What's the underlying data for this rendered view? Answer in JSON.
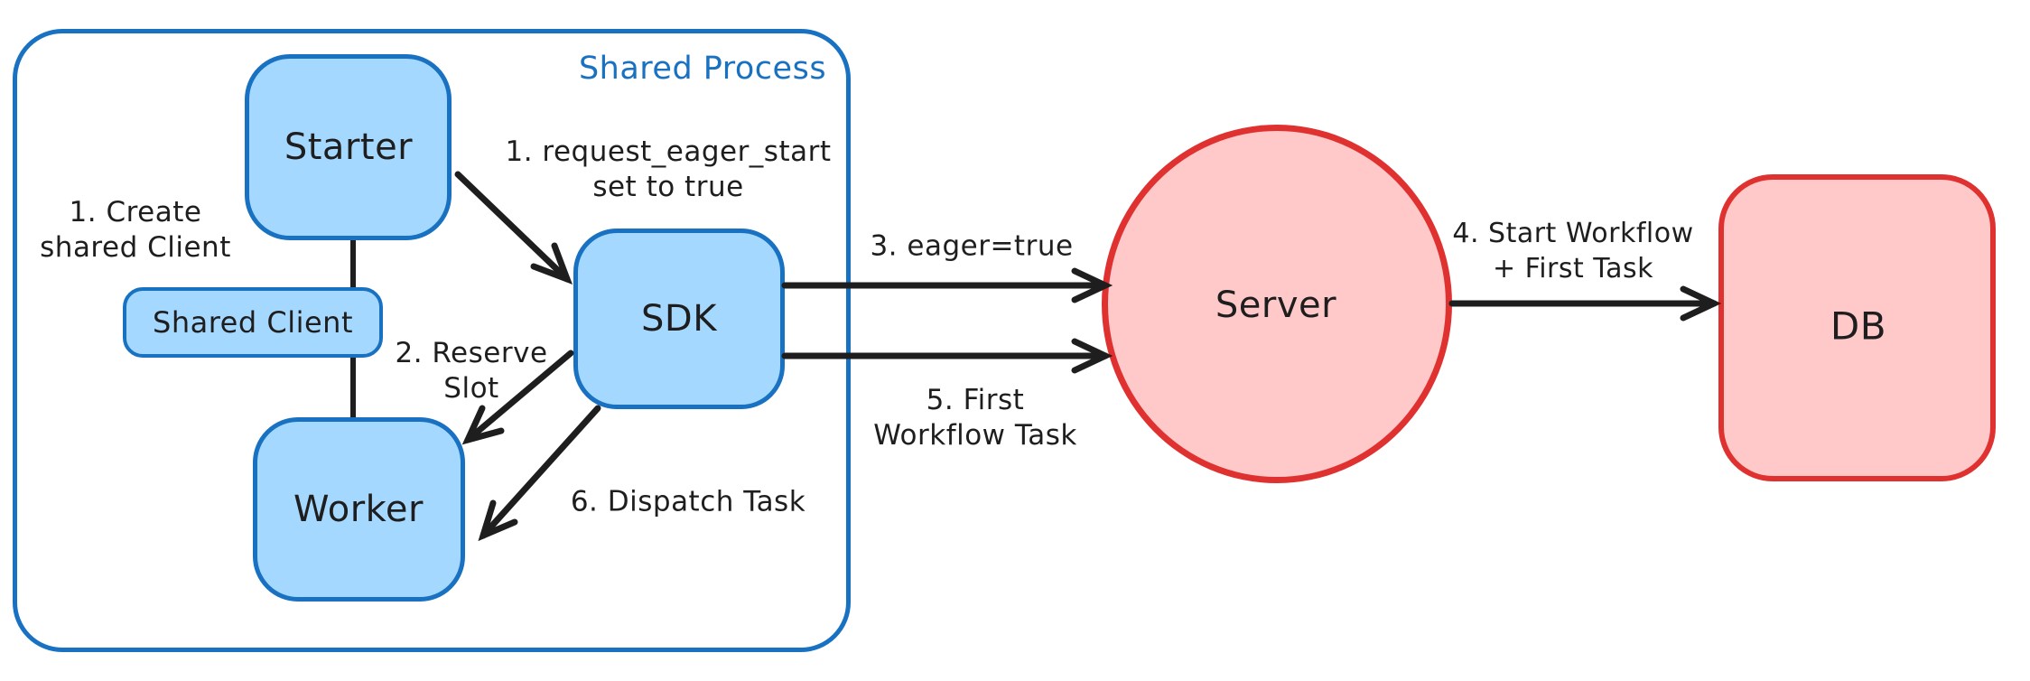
{
  "container": {
    "label": "Shared Process"
  },
  "nodes": {
    "starter": {
      "label": "Starter"
    },
    "shared_client": {
      "label": "Shared Client"
    },
    "worker": {
      "label": "Worker"
    },
    "sdk": {
      "label": "SDK"
    },
    "server": {
      "label": "Server"
    },
    "db": {
      "label": "DB"
    }
  },
  "annotations": {
    "create_shared_client": {
      "line1": "1. Create",
      "line2": "shared Client"
    },
    "request_eager_start": {
      "line1": "1. request_eager_start",
      "line2": "set to true"
    },
    "reserve_slot": {
      "line1": "2. Reserve",
      "line2": "Slot"
    },
    "eager_true": {
      "text": "3. eager=true"
    },
    "start_workflow": {
      "line1": "4. Start Workflow",
      "line2": "+ First Task"
    },
    "first_workflow_task": {
      "line1": "5. First",
      "line2": "Workflow Task"
    },
    "dispatch_task": {
      "text": "6. Dispatch Task"
    }
  },
  "colors": {
    "blue_stroke": "#1971c2",
    "blue_fill": "#a5d8ff",
    "red_stroke": "#e03131",
    "red_fill": "#ffc9c9",
    "ink": "#1e1e1e"
  }
}
